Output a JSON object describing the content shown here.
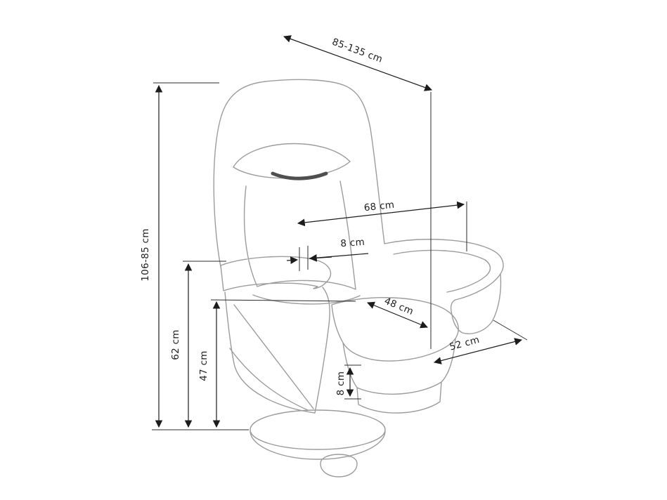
{
  "diagram": {
    "subject": "recliner-armchair-dimension-drawing",
    "unit": "cm",
    "labels": {
      "recline_depth": "85-135 cm",
      "total_height": "106-85 cm",
      "armrest_height": "62 cm",
      "seat_height": "47 cm",
      "backrest_thickness": "8 cm",
      "total_width": "68 cm",
      "seat_width": "48 cm",
      "seat_depth": "52 cm",
      "footrest_clearance": "8 cm"
    }
  }
}
